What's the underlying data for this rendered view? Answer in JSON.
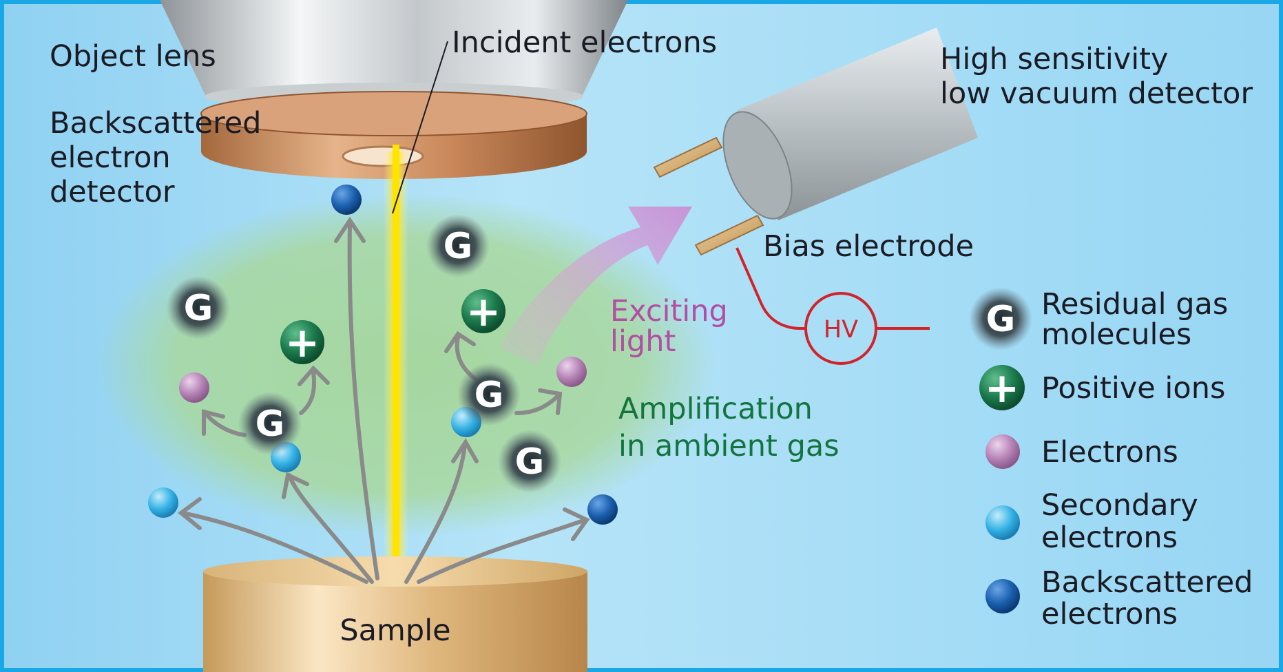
{
  "labels": {
    "object_lens": "Object lens",
    "incident_electrons": "Incident electrons",
    "bse_detector": [
      "Backscattered",
      "electron",
      "detector"
    ],
    "hs_detector": [
      "High sensitivity",
      "low vacuum detector"
    ],
    "bias_electrode": "Bias electrode",
    "hv": "HV",
    "exciting_light": [
      "Exciting",
      "light"
    ],
    "amplification": [
      "Amplification",
      "in ambient gas"
    ],
    "sample": "Sample"
  },
  "symbols": {
    "gas": "G",
    "ion": "+"
  },
  "legend": [
    {
      "key": "gas",
      "lines": [
        "Residual gas",
        "molecules"
      ]
    },
    {
      "key": "ion",
      "lines": [
        "Positive ions"
      ]
    },
    {
      "key": "electron",
      "lines": [
        "Electrons"
      ]
    },
    {
      "key": "secondary",
      "lines": [
        "Secondary",
        "electrons"
      ]
    },
    {
      "key": "backscattered",
      "lines": [
        "Backscattered",
        "electrons"
      ]
    }
  ],
  "colors": {
    "background": "#9ed9f5",
    "frame": "#1aa7e6",
    "gas_cloud": "#a9d99a",
    "beam": "#ffe400",
    "electron": "#b583b5",
    "secondary_electron": "#35b2e6",
    "backscattered_electron": "#1a5fae",
    "positive_ion": "#1b7a4c",
    "gas_molecule": "#3b4a4f",
    "arrow": "#8a8a8a",
    "exciting_light": "#b24ea3",
    "amplification_text": "#13753e",
    "hv_circuit": "#d2232a",
    "detector_disc": "#c98a5a"
  }
}
